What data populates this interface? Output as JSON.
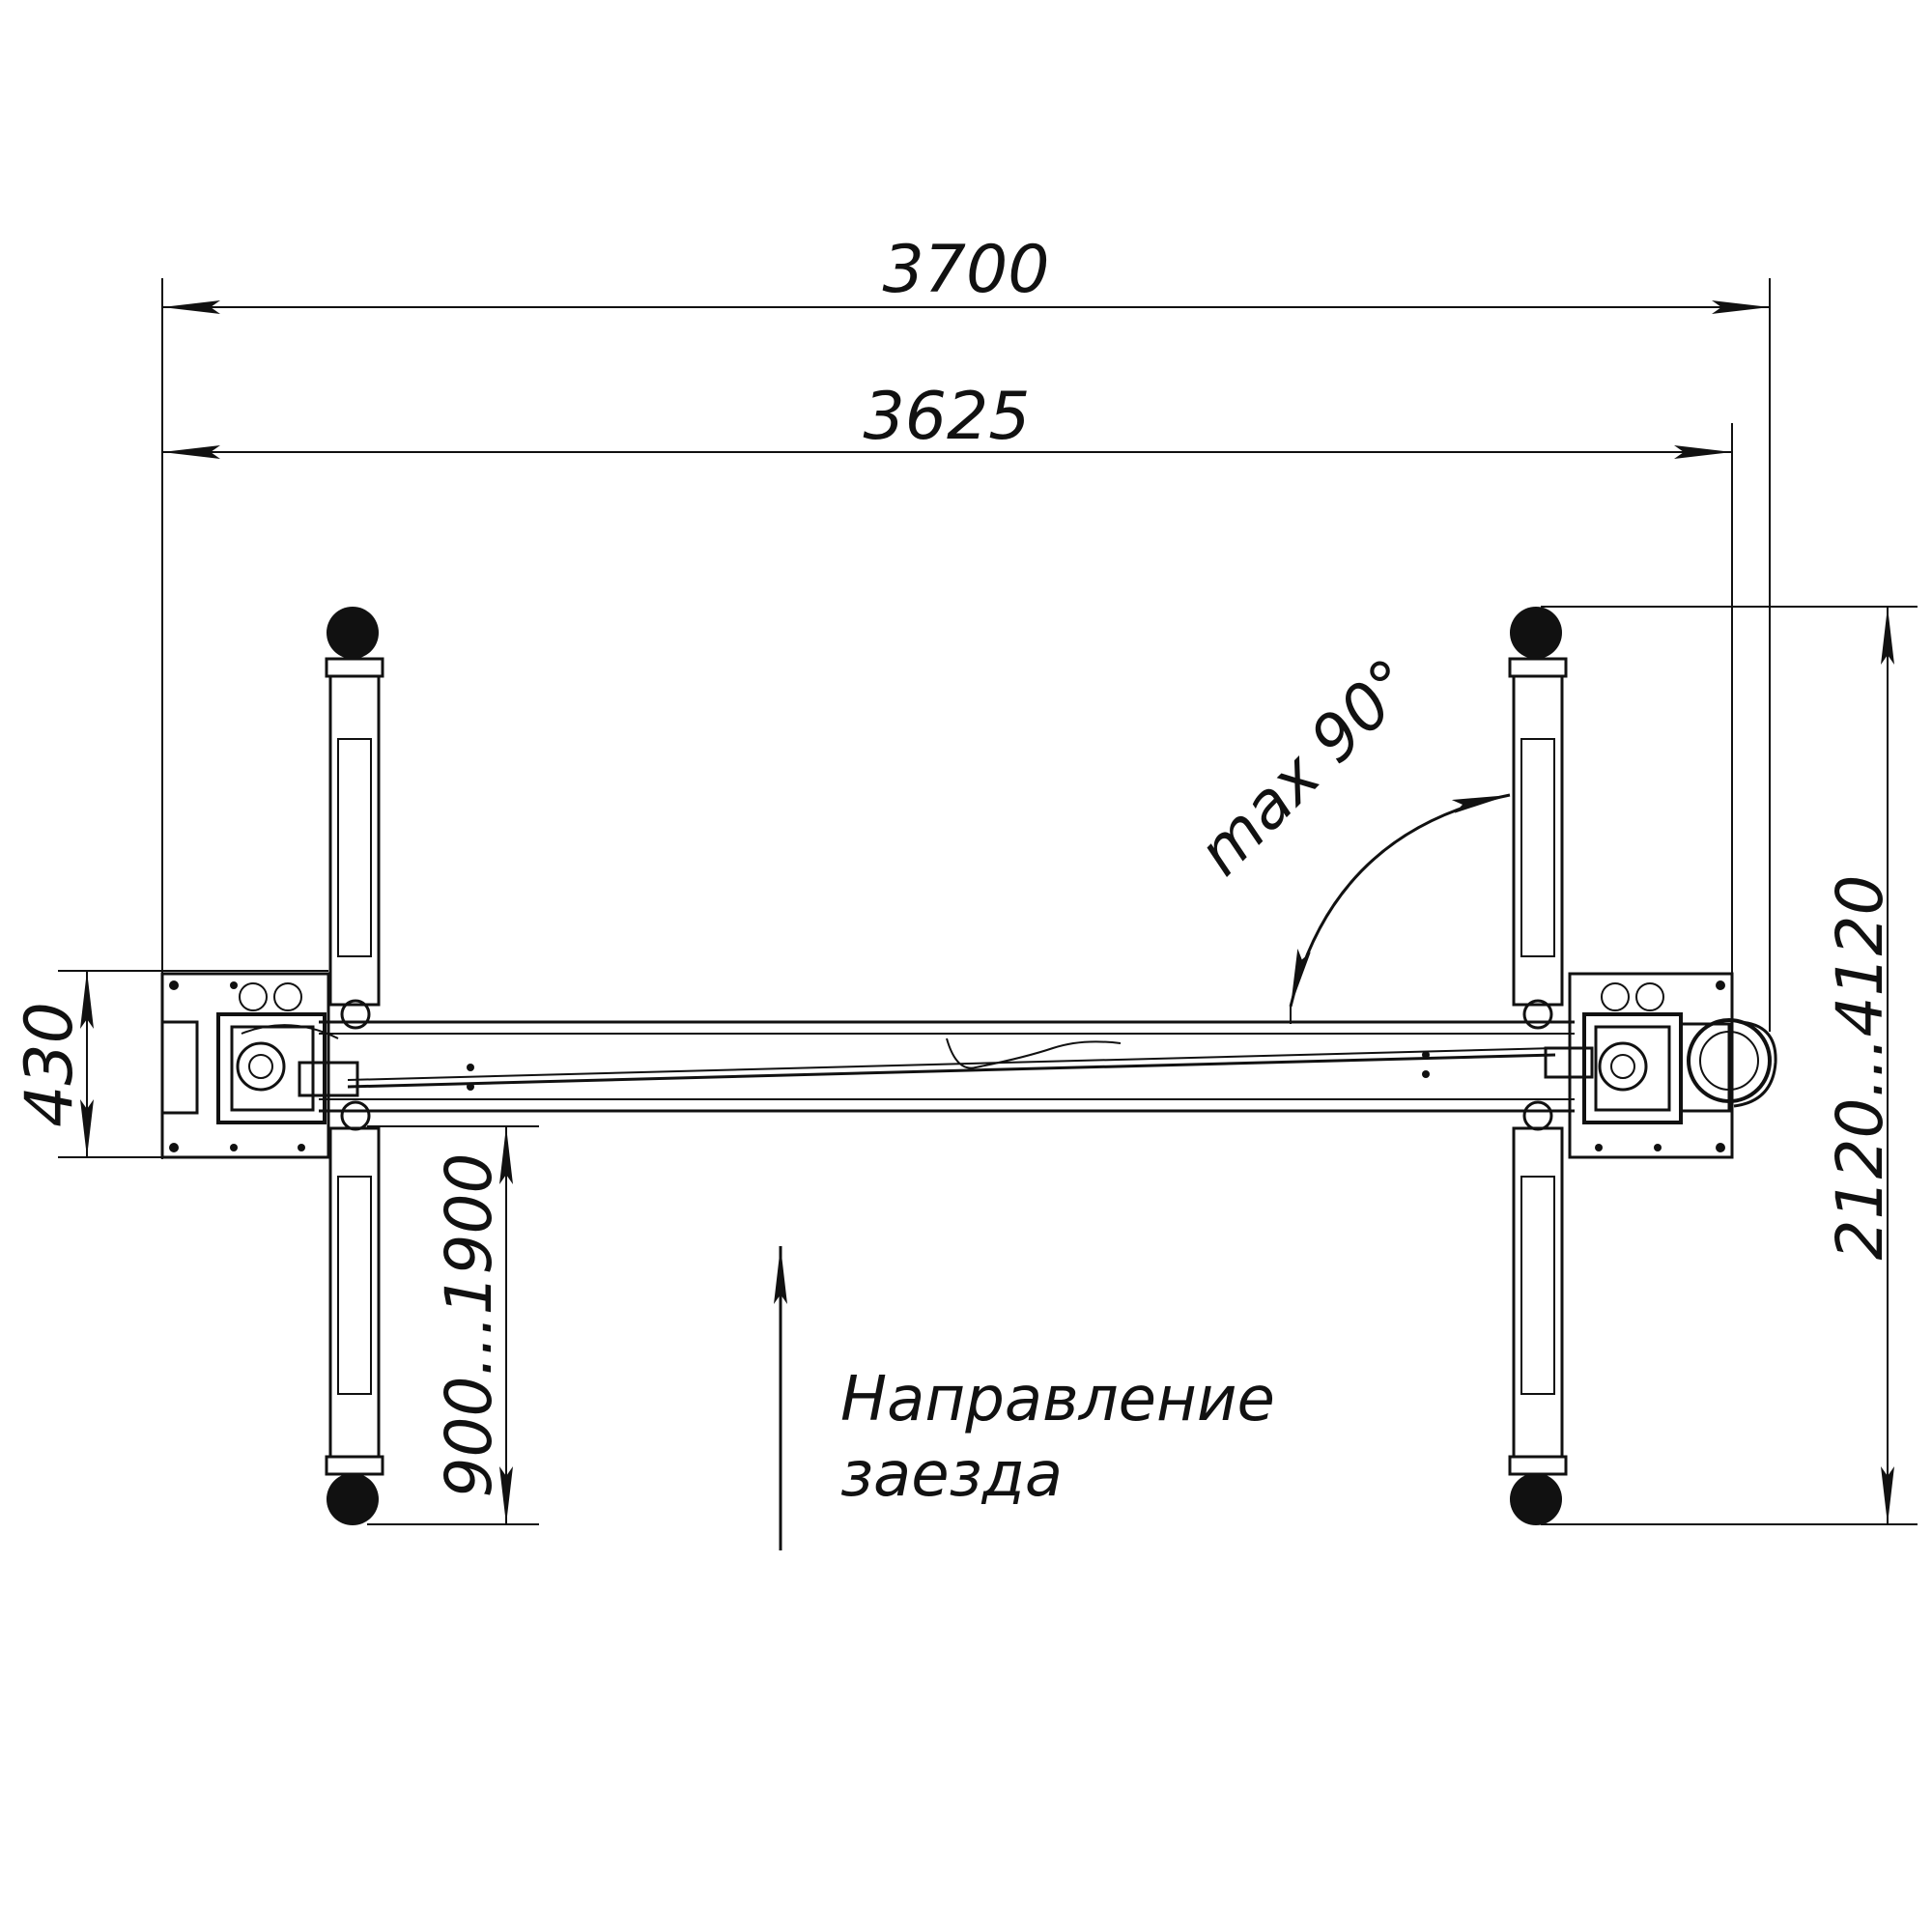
{
  "dimensions": {
    "overall_length": "3700",
    "column_span": "3625",
    "base_depth": "430",
    "arm_reach": "900...1900",
    "arm_span": "2120...4120",
    "swing_angle": "max 90°"
  },
  "note": {
    "line1": "Направление",
    "line2": "заезда"
  }
}
